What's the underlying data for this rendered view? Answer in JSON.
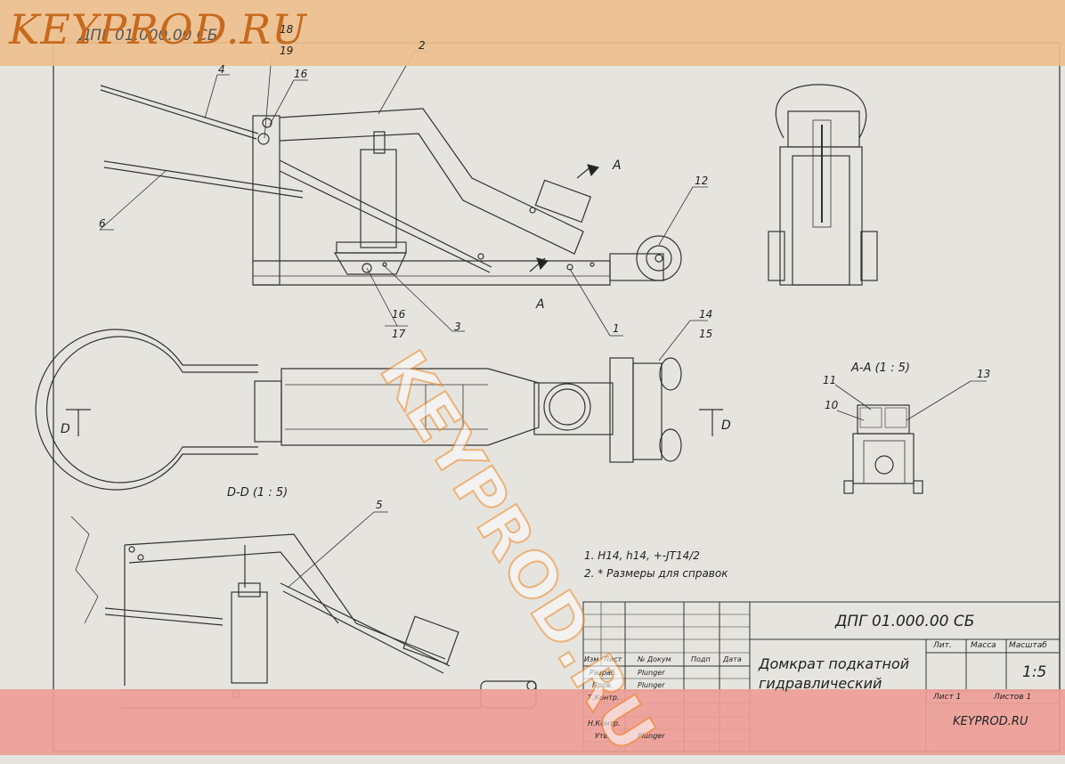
{
  "site_logo": "KEYPROD.RU",
  "rotated_code": "ДПГ 01.000.00 СБ",
  "views": {
    "section_aa": "А-А (1 : 5)",
    "section_dd": "D-D (1 : 5)",
    "cut_a": "А",
    "cut_d": "D"
  },
  "callouts": [
    "1",
    "2",
    "3",
    "4",
    "5",
    "6",
    "10",
    "11",
    "12",
    "13",
    "14",
    "15",
    "16",
    "17",
    "18",
    "19"
  ],
  "notes": [
    "1. H14, h14, +-JT14/2",
    "2. * Размеры для справок"
  ],
  "title_block": {
    "designation": "ДПГ 01.000.00 СБ",
    "name_line1": "Домкрат подкатной",
    "name_line2": "гидравлический",
    "col_lit": "Лит.",
    "col_mass": "Масса",
    "col_scale": "Масштаб",
    "scale_value": "1:5",
    "sheet": "Лист 1",
    "sheets": "Листов 1",
    "org": "KEYPROD.RU",
    "headers": [
      "Изм",
      "Лист",
      "№ Докум",
      "Подп",
      "Дата"
    ],
    "roles": [
      "Разраб.",
      "Пров.",
      "Т.Контр.",
      "Н.Контр.",
      "Утв."
    ],
    "names": [
      "Plunger",
      "Plunger",
      "Plunger"
    ]
  },
  "watermark": "KEYPROD.RU"
}
